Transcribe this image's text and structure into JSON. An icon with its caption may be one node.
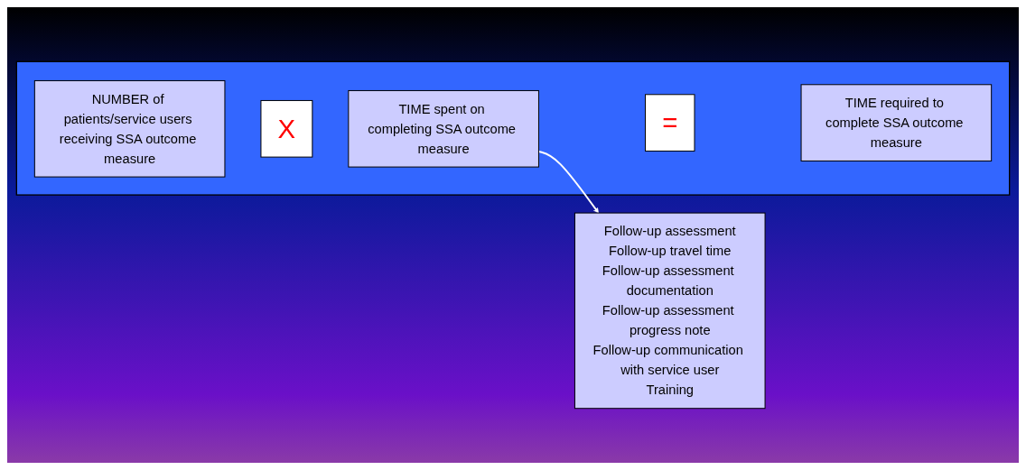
{
  "diagram": {
    "nodes": [
      {
        "text": [],
        "shape": "box"
      },
      {
        "text": [
          "NUMBER of patients/service users receiving SSA outcome measure"
        ],
        "in": 0
      },
      {
        "text": [
          "X"
        ],
        "in": 0
      },
      {
        "text": [
          "TIME spent on completing SSA outcome measure"
        ],
        "in": 0
      },
      {
        "text": [
          "="
        ],
        "in": 0
      },
      {
        "text": [
          "TIME required to complete SSA outcome measure"
        ],
        "in": 0
      },
      {
        "text": [
          "Follow-up assessment",
          "Follow-up travel time",
          "Follow-up assessment documentation",
          "Follow-up assessment progress note",
          "Follow-up communication with service user",
          "Training"
        ]
      }
    ],
    "edges": [
      {
        "from": 3,
        "to": 6,
        "arrow": "to"
      }
    ]
  }
}
